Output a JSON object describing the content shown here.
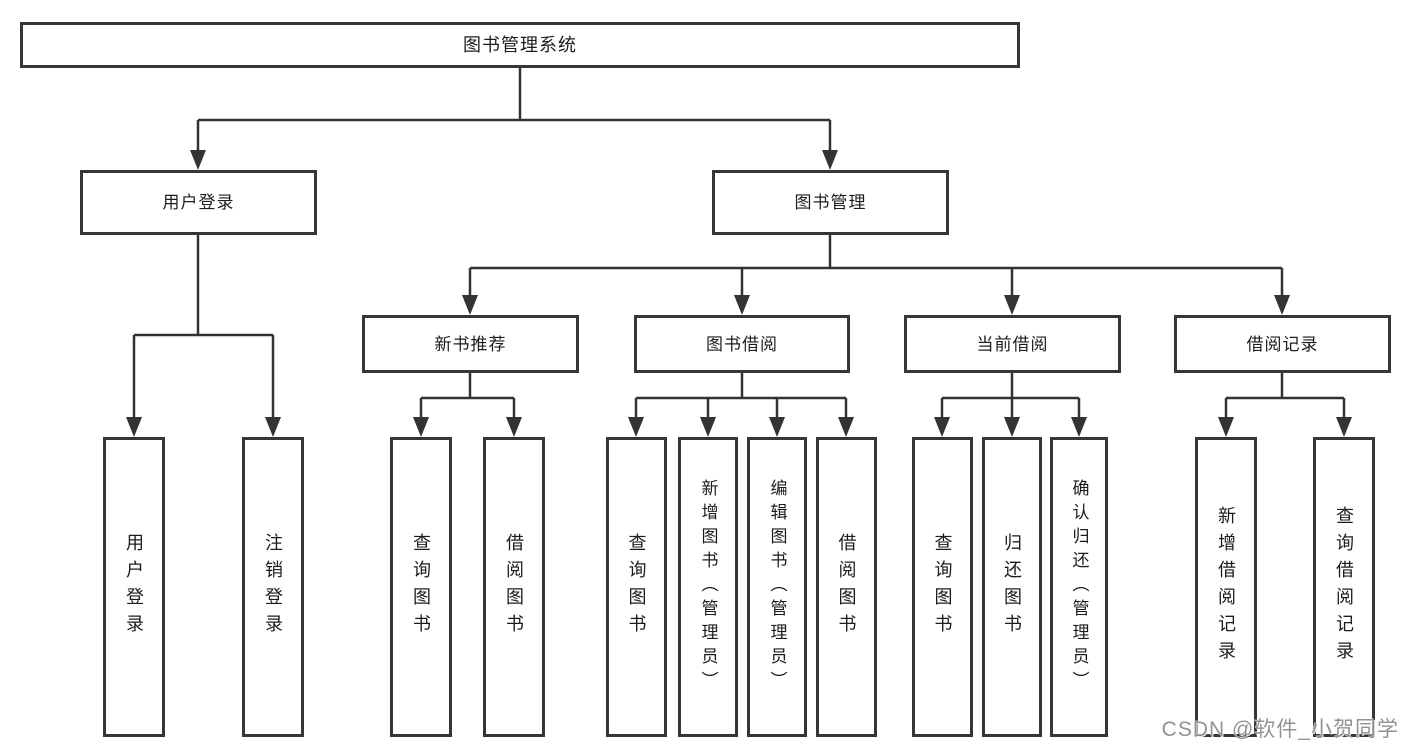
{
  "tree": {
    "label": "图书管理系统",
    "children": [
      {
        "label": "用户登录",
        "children": [
          {
            "label": "用户登录"
          },
          {
            "label": "注销登录"
          }
        ]
      },
      {
        "label": "图书管理",
        "children": [
          {
            "label": "新书推荐",
            "children": [
              {
                "label": "查询图书"
              },
              {
                "label": "借阅图书"
              }
            ]
          },
          {
            "label": "图书借阅",
            "children": [
              {
                "label": "查询图书"
              },
              {
                "label": "新增图书（管理员）"
              },
              {
                "label": "编辑图书（管理员）"
              },
              {
                "label": "借阅图书"
              }
            ]
          },
          {
            "label": "当前借阅",
            "children": [
              {
                "label": "查询图书"
              },
              {
                "label": "归还图书"
              },
              {
                "label": "确认归还（管理员）"
              }
            ]
          },
          {
            "label": "借阅记录",
            "children": [
              {
                "label": "新增借阅记录"
              },
              {
                "label": "查询借阅记录"
              }
            ]
          }
        ]
      }
    ]
  },
  "watermark": {
    "text": "CSDN @软件_小贺同学"
  },
  "colors": {
    "line": "#333333",
    "box_border": "#363636",
    "box_fill": "#ffffff",
    "text": "#1c1c1c",
    "watermark": "#929292",
    "background": "#ffffff"
  }
}
